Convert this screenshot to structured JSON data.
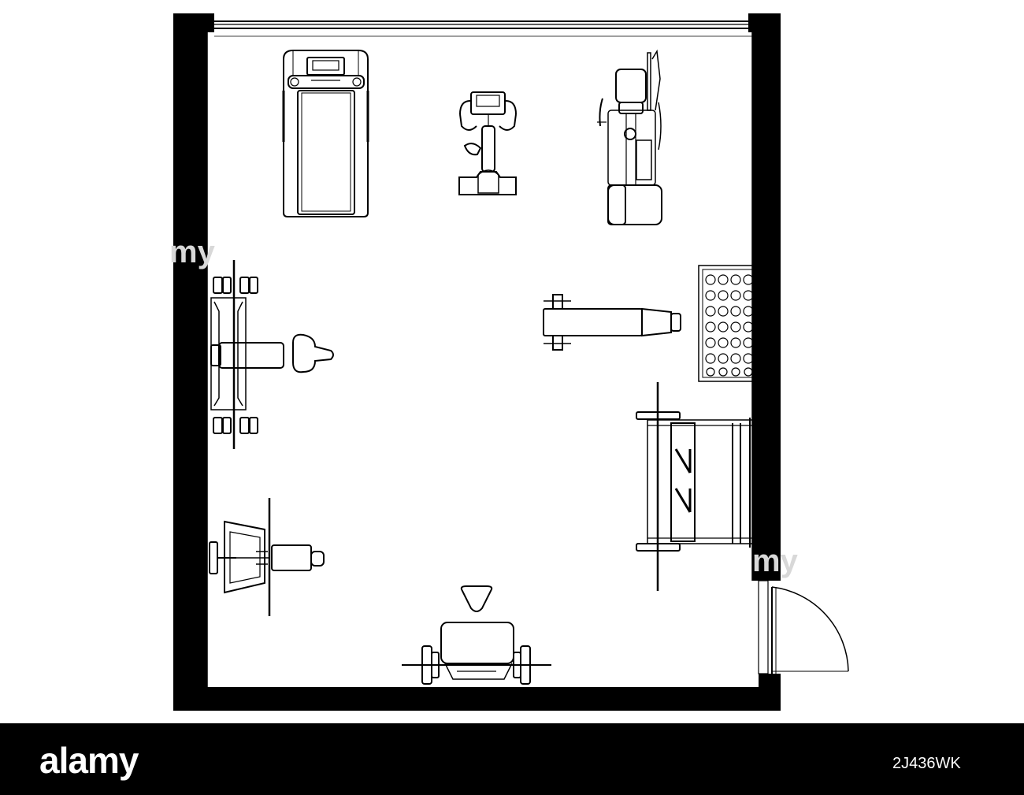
{
  "watermark": {
    "brand": "alamy",
    "image_id": "2J436WK",
    "fragment": "my"
  },
  "colors": {
    "wall": "#000000",
    "line": "#000000",
    "background": "#ffffff",
    "footer_bg": "#000000",
    "footer_text": "#ffffff",
    "watermark_text": "#d8d8d8"
  }
}
